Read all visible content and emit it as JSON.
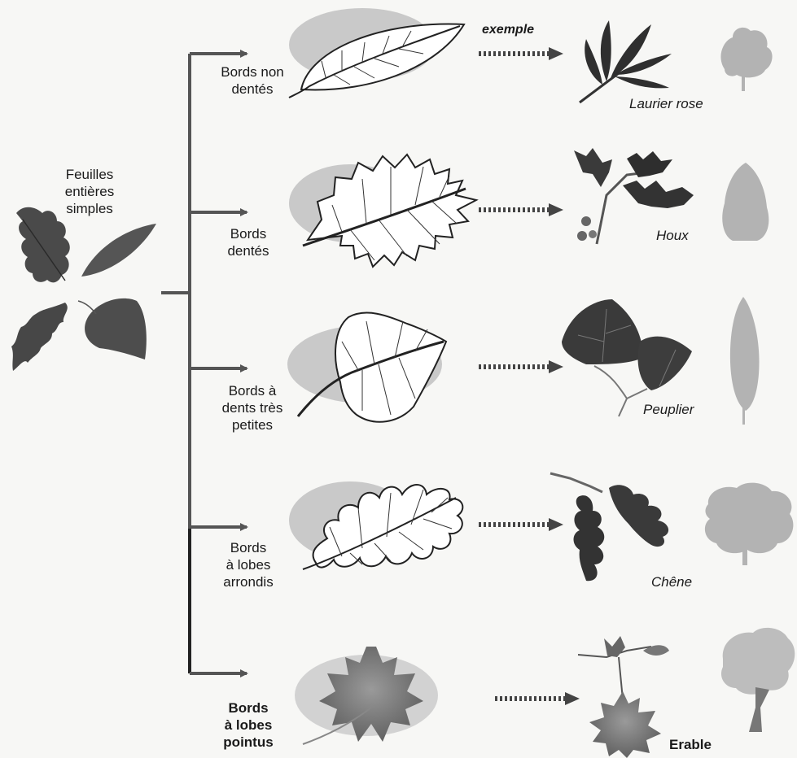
{
  "root": {
    "label_lines": [
      "Feuilles",
      "entières",
      "simples"
    ]
  },
  "exemple_label": "exemple",
  "branches": [
    {
      "label_lines": [
        "Bords non",
        "dentés"
      ],
      "example": "Laurier rose"
    },
    {
      "label_lines": [
        "Bords",
        "dentés"
      ],
      "example": "Houx"
    },
    {
      "label_lines": [
        "Bords à",
        "dents très",
        "petites"
      ],
      "example": "Peuplier"
    },
    {
      "label_lines": [
        "Bords",
        "à lobes",
        "arrondis"
      ],
      "example": "Chêne"
    },
    {
      "label_lines": [
        "Bords",
        "à lobes",
        "pointus"
      ],
      "example": "Erable"
    }
  ],
  "colors": {
    "tree_line": "#555555",
    "leaf_dark": "#3f3f3f",
    "silhouette": "#b3b3b3",
    "blob": "#c9c9c9"
  }
}
